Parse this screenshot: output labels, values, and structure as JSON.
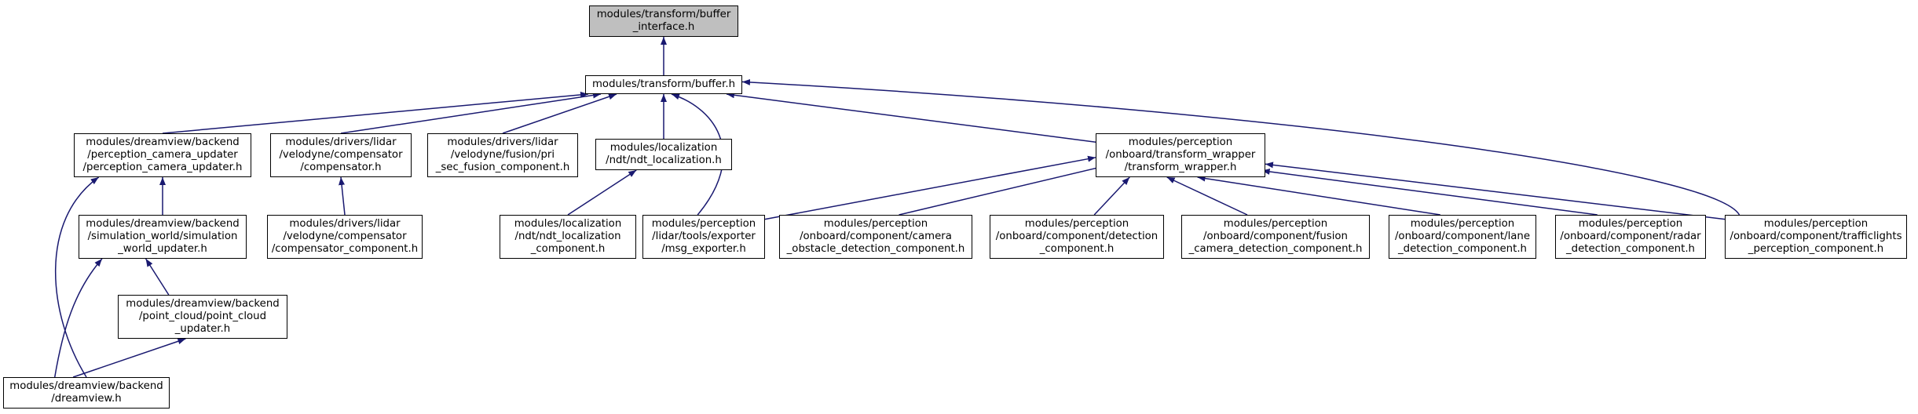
{
  "colors": {
    "edge": "#191970",
    "root_fill": "#bfbfbf",
    "node_fill": "#ffffff",
    "node_border": "#000000"
  },
  "nodes": {
    "buffer_interface": {
      "lines": [
        "modules/transform/buffer",
        "_interface.h"
      ]
    },
    "buffer": {
      "lines": [
        "modules/transform/buffer.h"
      ]
    },
    "perception_camera_updater": {
      "lines": [
        "modules/dreamview/backend",
        "/perception_camera_updater",
        "/perception_camera_updater.h"
      ]
    },
    "compensator": {
      "lines": [
        "modules/drivers/lidar",
        "/velodyne/compensator",
        "/compensator.h"
      ]
    },
    "pri_sec_fusion": {
      "lines": [
        "modules/drivers/lidar",
        "/velodyne/fusion/pri",
        "_sec_fusion_component.h"
      ]
    },
    "ndt_localization": {
      "lines": [
        "modules/localization",
        "/ndt/ndt_localization.h"
      ]
    },
    "transform_wrapper": {
      "lines": [
        "modules/perception",
        "/onboard/transform_wrapper",
        "/transform_wrapper.h"
      ]
    },
    "simulation_world_updater": {
      "lines": [
        "modules/dreamview/backend",
        "/simulation_world/simulation",
        "_world_updater.h"
      ]
    },
    "compensator_component": {
      "lines": [
        "modules/drivers/lidar",
        "/velodyne/compensator",
        "/compensator_component.h"
      ]
    },
    "ndt_localization_component": {
      "lines": [
        "modules/localization",
        "/ndt/ndt_localization",
        "_component.h"
      ]
    },
    "msg_exporter": {
      "lines": [
        "modules/perception",
        "/lidar/tools/exporter",
        "/msg_exporter.h"
      ]
    },
    "camera_obstacle": {
      "lines": [
        "modules/perception",
        "/onboard/component/camera",
        "_obstacle_detection_component.h"
      ]
    },
    "detection_component": {
      "lines": [
        "modules/perception",
        "/onboard/component/detection",
        "_component.h"
      ]
    },
    "fusion_camera": {
      "lines": [
        "modules/perception",
        "/onboard/component/fusion",
        "_camera_detection_component.h"
      ]
    },
    "lane_detection": {
      "lines": [
        "modules/perception",
        "/onboard/component/lane",
        "_detection_component.h"
      ]
    },
    "radar_detection": {
      "lines": [
        "modules/perception",
        "/onboard/component/radar",
        "_detection_component.h"
      ]
    },
    "trafficlights": {
      "lines": [
        "modules/perception",
        "/onboard/component/trafficlights",
        "_perception_component.h"
      ]
    },
    "point_cloud_updater": {
      "lines": [
        "modules/dreamview/backend",
        "/point_cloud/point_cloud",
        "_updater.h"
      ]
    },
    "dreamview": {
      "lines": [
        "modules/dreamview/backend",
        "/dreamview.h"
      ]
    }
  },
  "edges": [
    {
      "from": "buffer",
      "to": "buffer_interface"
    },
    {
      "from": "perception_camera_updater",
      "to": "buffer"
    },
    {
      "from": "compensator",
      "to": "buffer"
    },
    {
      "from": "pri_sec_fusion",
      "to": "buffer"
    },
    {
      "from": "ndt_localization",
      "to": "buffer"
    },
    {
      "from": "msg_exporter",
      "to": "buffer"
    },
    {
      "from": "transform_wrapper",
      "to": "buffer"
    },
    {
      "from": "trafficlights",
      "to": "buffer"
    },
    {
      "from": "simulation_world_updater",
      "to": "perception_camera_updater"
    },
    {
      "from": "dreamview",
      "to": "perception_camera_updater"
    },
    {
      "from": "compensator_component",
      "to": "compensator"
    },
    {
      "from": "ndt_localization_component",
      "to": "ndt_localization"
    },
    {
      "from": "msg_exporter",
      "to": "transform_wrapper"
    },
    {
      "from": "camera_obstacle",
      "to": "transform_wrapper"
    },
    {
      "from": "detection_component",
      "to": "transform_wrapper"
    },
    {
      "from": "fusion_camera",
      "to": "transform_wrapper"
    },
    {
      "from": "lane_detection",
      "to": "transform_wrapper"
    },
    {
      "from": "radar_detection",
      "to": "transform_wrapper"
    },
    {
      "from": "trafficlights",
      "to": "transform_wrapper"
    },
    {
      "from": "point_cloud_updater",
      "to": "simulation_world_updater"
    },
    {
      "from": "dreamview",
      "to": "simulation_world_updater"
    },
    {
      "from": "dreamview",
      "to": "point_cloud_updater"
    }
  ]
}
